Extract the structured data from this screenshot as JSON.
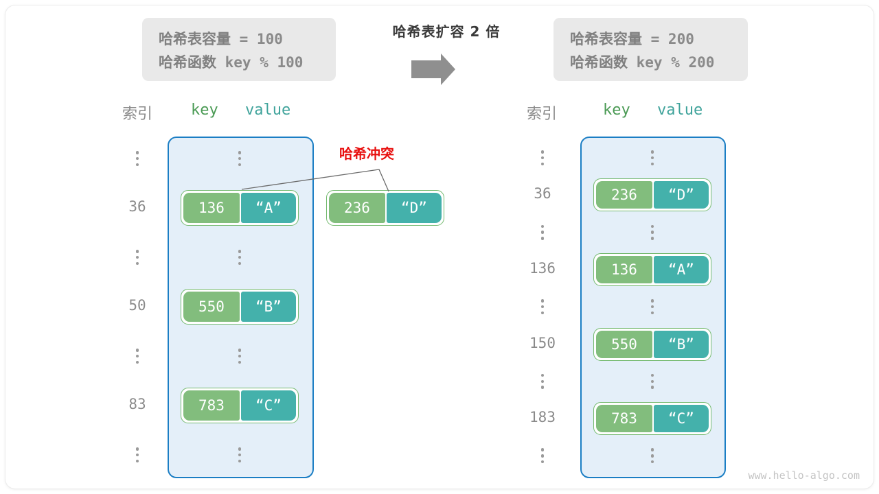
{
  "watermark": "www.hello-algo.com",
  "colors": {
    "bucket_fill": "#e4eff9",
    "bucket_border": "#1b7ec4",
    "key_cell": "#82bd7d",
    "value_cell": "#44b1ab",
    "pair_border": "#73b96e",
    "info_box": "#e9e9e9",
    "collision_red": "#e8100f",
    "arrow_gray": "#8f8f8f",
    "index_gray": "#8a8a8a"
  },
  "transition": {
    "caption": "哈希表扩容 2 倍",
    "arrow_icon": "right-arrow-icon"
  },
  "before": {
    "info": {
      "line1_label": "哈希表容量",
      "line1_value": " = 100",
      "line2_label": "哈希函数",
      "line2_value": " key % 100",
      "capacity": 100,
      "hash_function": "key % 100"
    },
    "headers": {
      "index": "索引",
      "key": "key",
      "value": "value"
    },
    "rows": [
      {
        "type": "dots",
        "index": "",
        "key": "",
        "value": ""
      },
      {
        "type": "entry",
        "index": "36",
        "key": "136",
        "value": "“A”"
      },
      {
        "type": "dots",
        "index": "",
        "key": "",
        "value": ""
      },
      {
        "type": "entry",
        "index": "50",
        "key": "550",
        "value": "“B”"
      },
      {
        "type": "dots",
        "index": "",
        "key": "",
        "value": ""
      },
      {
        "type": "entry",
        "index": "83",
        "key": "783",
        "value": "“C”"
      },
      {
        "type": "dots",
        "index": "",
        "key": "",
        "value": ""
      }
    ]
  },
  "after": {
    "info": {
      "line1_label": "哈希表容量",
      "line1_value": " = 200",
      "line2_label": "哈希函数",
      "line2_value": " key % 200",
      "capacity": 200,
      "hash_function": "key % 200"
    },
    "headers": {
      "index": "索引",
      "key": "key",
      "value": "value"
    },
    "rows": [
      {
        "type": "dots",
        "index": "",
        "key": "",
        "value": ""
      },
      {
        "type": "entry",
        "index": "36",
        "key": "236",
        "value": "“D”"
      },
      {
        "type": "dots",
        "index": "",
        "key": "",
        "value": ""
      },
      {
        "type": "entry",
        "index": "136",
        "key": "136",
        "value": "“A”"
      },
      {
        "type": "dots",
        "index": "",
        "key": "",
        "value": ""
      },
      {
        "type": "entry",
        "index": "150",
        "key": "550",
        "value": "“B”"
      },
      {
        "type": "dots",
        "index": "",
        "key": "",
        "value": ""
      },
      {
        "type": "entry",
        "index": "183",
        "key": "783",
        "value": "“C”"
      },
      {
        "type": "dots",
        "index": "",
        "key": "",
        "value": ""
      }
    ]
  },
  "collision": {
    "label": "哈希冲突",
    "incoming_pair": {
      "key": "236",
      "value": "“D”"
    }
  }
}
